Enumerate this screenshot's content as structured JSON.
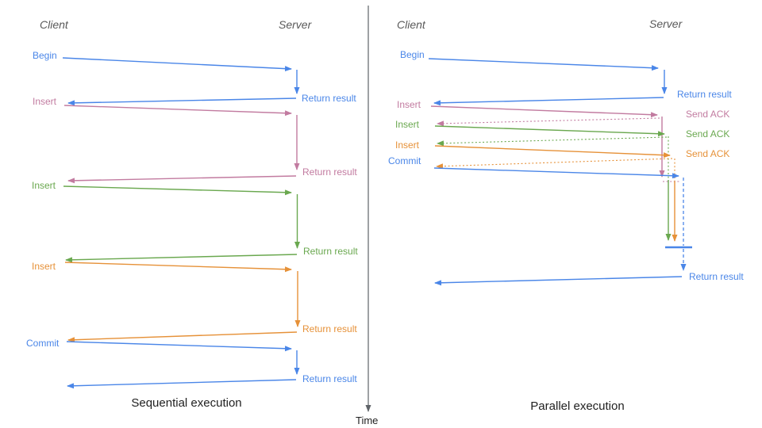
{
  "colors": {
    "c-blue": "#4a86e8",
    "c-pink": "#c27ba0",
    "c-green": "#6aa84f",
    "c-orange": "#e69138",
    "c-axis": "#5f6368",
    "c-heading": "#595959",
    "c-title": "#212121"
  },
  "time_axis": {
    "label": "Time"
  },
  "left": {
    "title": "Sequential execution",
    "client": "Client",
    "server": "Server",
    "begin": {
      "label": "Begin",
      "result": "Return result"
    },
    "insert1": {
      "label": "Insert",
      "result": "Return result"
    },
    "insert2": {
      "label": "Insert",
      "result": "Return result"
    },
    "insert3": {
      "label": "Insert",
      "result": "Return result"
    },
    "commit": {
      "label": "Commit",
      "result": "Return result"
    }
  },
  "right": {
    "title": "Parallel execution",
    "client": "Client",
    "server": "Server",
    "begin": {
      "label": "Begin",
      "result": "Return result"
    },
    "insert1": {
      "label": "Insert",
      "ack": "Send ACK"
    },
    "insert2": {
      "label": "Insert",
      "ack": "Send ACK"
    },
    "insert3": {
      "label": "Insert",
      "ack": "Send ACK"
    },
    "commit": {
      "label": "Commit",
      "result": "Return result"
    }
  }
}
